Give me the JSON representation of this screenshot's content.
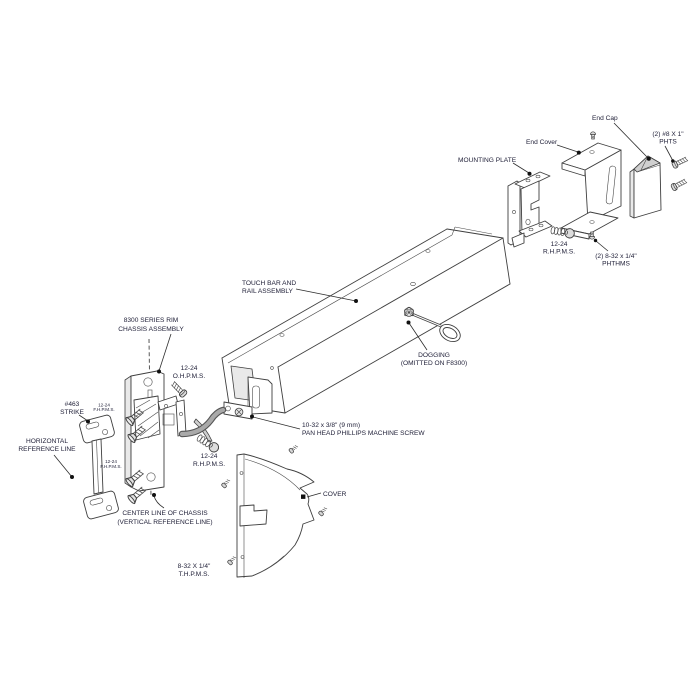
{
  "diagram": {
    "type": "exploded-view hardware assembly diagram",
    "background_color": "#ffffff",
    "line_color": "#3f3f3f",
    "text_color": "#22223a",
    "metal_shade_color": "#d9d9d9"
  },
  "labels": {
    "touch_bar": {
      "line1": "TOUCH BAR AND",
      "line2": "RAIL ASSEMBLY"
    },
    "chassis": {
      "line1": "8300 SERIES RIM",
      "line2": "CHASSIS ASSEMBLY"
    },
    "ohpms": {
      "line1": "12-24",
      "line2": "O.H.P.M.S."
    },
    "strike": {
      "line1": "#463",
      "line2": "STRIKE"
    },
    "fhpms_top": {
      "line1": "12-24",
      "line2": "F.H.P.M.S."
    },
    "fhpms_bottom": {
      "line1": "12-24",
      "line2": "F.H.P.M.S."
    },
    "horizontal_ref": {
      "line1": "HORIZONTAL",
      "line2": "REFERENCE LINE"
    },
    "rhpms_left": {
      "line1": "12-24",
      "line2": "R.H.P.M.S."
    },
    "center_line": {
      "line1": "CENTER LINE OF CHASSIS",
      "line2": "(VERTICAL REFERENCE LINE)"
    },
    "thpms": {
      "line1": "8-32 X 1/4\"",
      "line2": "T.H.P.M.S."
    },
    "pan_head_screw": {
      "line1": "10-32 x 3/8\" (9 mm)",
      "line2": "PAN HEAD PHILLIPS MACHINE SCREW"
    },
    "cover": "COVER",
    "dogging": {
      "line1": "DOGGING",
      "line2": "(OMITTED ON F8300)"
    },
    "mounting_plate": "MOUNTING PLATE",
    "end_cover": "End Cover",
    "end_cap": "End Cap",
    "phts": {
      "line1": "(2) #8 X 1\"",
      "line2": "PHTS"
    },
    "rhpms_right": {
      "line1": "12-24",
      "line2": "R.H.P.M.S."
    },
    "phthms": {
      "line1": "(2) 8-32 x 1/4\"",
      "line2": "PHTHMS"
    }
  }
}
